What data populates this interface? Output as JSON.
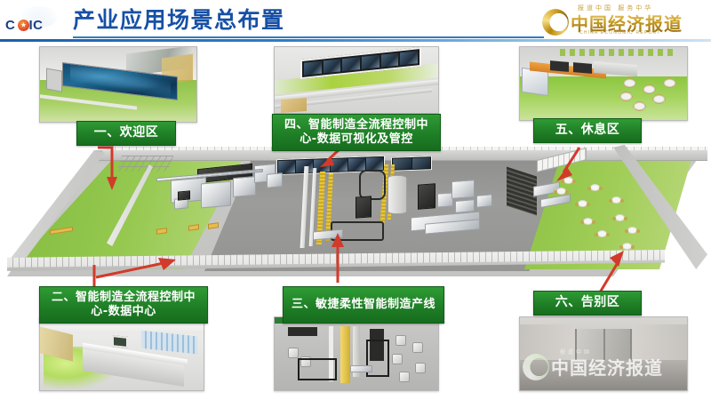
{
  "header": {
    "title": "产业应用场景总布置",
    "brand_logo_text": "C SIC",
    "brand_logo_name": "casic-logo",
    "accent_blue": "#1650a5",
    "divider_color": "#2f7cc4"
  },
  "publisher_logo": {
    "tagline": "报道中国 服务中华",
    "name": "中国经济报道",
    "english": "CHINA ECONOMIC REPORT",
    "gold": "#c99c23"
  },
  "watermark": {
    "name": "中国经济报道",
    "tagline": "报道中国",
    "english": "CHINA ECONOMIC REPORT"
  },
  "labels": [
    {
      "id": "zone-1",
      "text": "一、欢迎区",
      "color": "#1f7f26"
    },
    {
      "id": "zone-2",
      "text": "二、智能制造全流程控制中心-数据中心",
      "color": "#1f7f26"
    },
    {
      "id": "zone-3",
      "text": "三、敏捷柔性智能制造产线",
      "color": "#1f7f26"
    },
    {
      "id": "zone-4",
      "text": "四、智能制造全流程控制中心-数据可视化及管控",
      "color": "#1f7f26"
    },
    {
      "id": "zone-5",
      "text": "五、休息区",
      "color": "#1f7f26"
    },
    {
      "id": "zone-6",
      "text": "六、告别区",
      "color": "#1f7f26"
    }
  ],
  "thumbnails": [
    {
      "id": "thumb-welcome-area",
      "caption": "一、欢迎区"
    },
    {
      "id": "thumb-control-center-visualization",
      "caption": "四、智能制造全流程控制中心-数据可视化及管控"
    },
    {
      "id": "thumb-rest-area",
      "caption": "五、休息区"
    },
    {
      "id": "thumb-data-center",
      "caption": "二、智能制造全流程控制中心-数据中心"
    },
    {
      "id": "thumb-production-line",
      "caption": "三、敏捷柔性智能制造产线"
    },
    {
      "id": "thumb-farewell-area",
      "caption": "六、告别区"
    }
  ],
  "main_scene": {
    "name": "3D 厂房总布置俯视图",
    "arrow_color": "#d23a2a",
    "smiley_glyph": "☺"
  }
}
